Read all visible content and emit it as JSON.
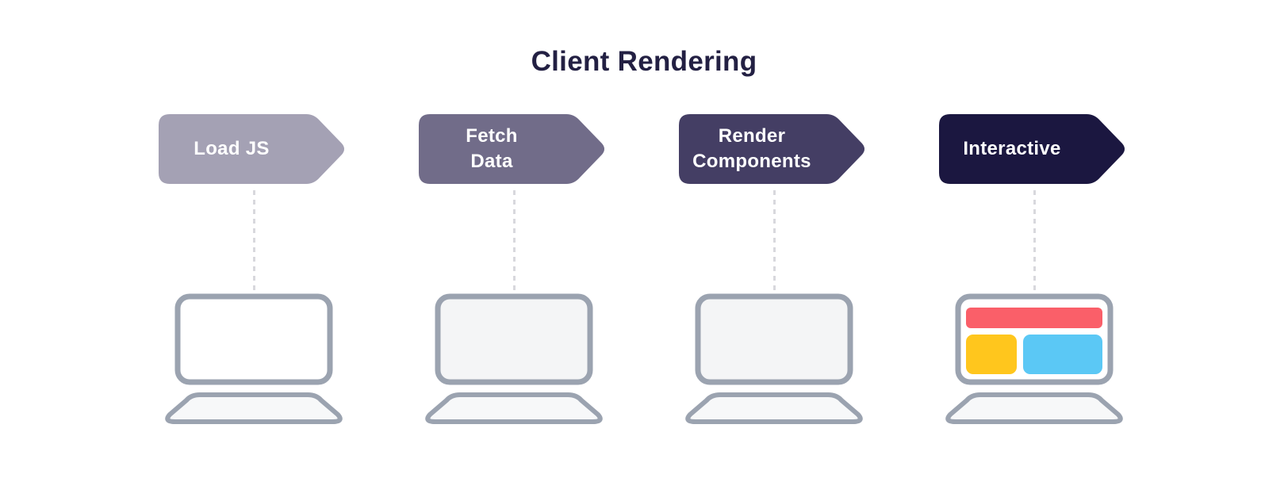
{
  "title": "Client Rendering",
  "stages": [
    {
      "label": "Load JS",
      "color": "#a4a1b4",
      "device_icon": "laptop",
      "screen_state": "blank-white"
    },
    {
      "label": "Fetch\nData",
      "color": "#716c89",
      "device_icon": "laptop",
      "screen_state": "blank-gray"
    },
    {
      "label": "Render\nComponents",
      "color": "#443e64",
      "device_icon": "laptop",
      "screen_state": "blank-gray"
    },
    {
      "label": "Interactive",
      "color": "#1b1740",
      "device_icon": "laptop",
      "screen_state": "rendered-ui"
    }
  ],
  "colors": {
    "background": "#ffffff",
    "title_text": "#232043",
    "stage_label_text": "#ffffff",
    "connector_dash": "#d8d8dd",
    "laptop_outline": "#9ba3b0",
    "laptop_base_fill": "#f7f8f9",
    "screen_blank_white": "#ffffff",
    "screen_blank_gray": "#f4f5f6",
    "ui_header_block_red": "#fa5f69",
    "ui_left_block_yellow": "#ffc61d",
    "ui_right_block_blue": "#5bc8f5"
  }
}
